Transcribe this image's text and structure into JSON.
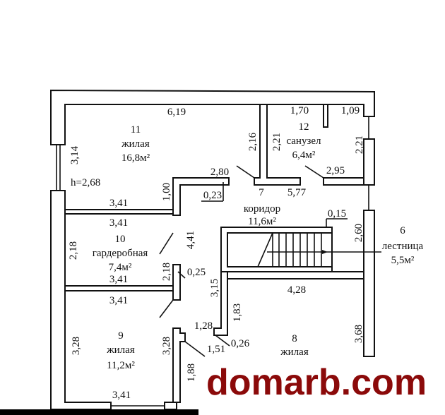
{
  "plan": {
    "ceiling_height": "h=2,68",
    "rooms": [
      {
        "number": "11",
        "type": "жилая",
        "area": "16,8м²"
      },
      {
        "number": "12",
        "type": "санузел",
        "area": "6,4м²"
      },
      {
        "number": "7",
        "type": "коридор",
        "area": "11,6м²"
      },
      {
        "number": "6",
        "type": "лестница",
        "area": "5,5м²"
      },
      {
        "number": "10",
        "type": "гардеробная",
        "area": "7,4м²"
      },
      {
        "number": "9",
        "type": "жилая",
        "area": "11,2м²"
      },
      {
        "number": "8",
        "type": "жилая"
      }
    ],
    "dimensions": {
      "d619": "6,19",
      "d314": "3,14",
      "d216": "2,16",
      "d221a": "2,21",
      "d170": "1,70",
      "d109": "1,09",
      "d221b": "2,21",
      "d295": "2,95",
      "d280": "2,80",
      "d023": "0,23",
      "d100": "1,00",
      "d577": "5,77",
      "d341a": "3,41",
      "d341b": "3,41",
      "d441": "4,41",
      "d015": "0,15",
      "d260": "2,60",
      "d218a": "2,18",
      "d218b": "2,18",
      "d025": "0,25",
      "d341c": "3,41",
      "d341d": "3,41",
      "d315": "3,15",
      "d428": "4,28",
      "d183": "1,83",
      "d128": "1,28",
      "d328a": "3,28",
      "d328b": "3,28",
      "d151": "1,51",
      "d026": "0,26",
      "d368": "3,68",
      "d188": "1,88",
      "d341e": "3,41"
    }
  },
  "watermark": "domarb.com"
}
